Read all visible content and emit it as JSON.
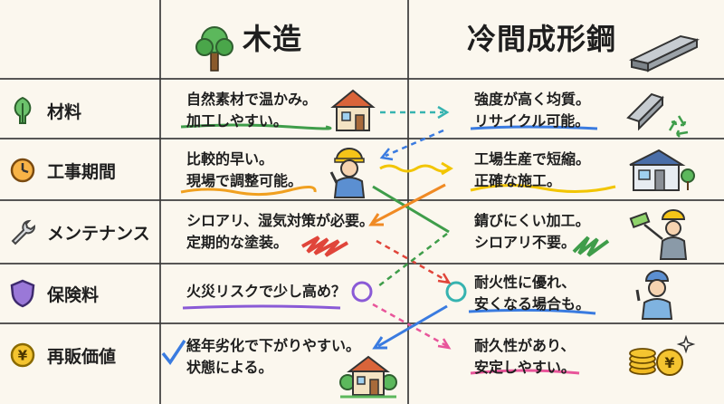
{
  "header": {
    "wood": "木造",
    "steel": "冷間成形鋼"
  },
  "rows": [
    {
      "label": "材料",
      "icon": "tree-icon",
      "wood": [
        "自然素材で温かみ。",
        "加工しやすい。"
      ],
      "steel": [
        "強度が高く均質。",
        "リサイクル可能。"
      ]
    },
    {
      "label": "工事期間",
      "icon": "clock-icon",
      "wood": [
        "比較的早い。",
        "現場で調整可能。"
      ],
      "steel": [
        "工場生産で短縮。",
        "正確な施工。"
      ]
    },
    {
      "label": "メンテナンス",
      "icon": "wrench-icon",
      "wood": [
        "シロアリ、湿気対策が必要。",
        "定期的な塗装。"
      ],
      "steel": [
        "錆びにくい加工。",
        "シロアリ不要。"
      ]
    },
    {
      "label": "保険料",
      "icon": "shield-icon",
      "wood": [
        "火災リスクで少し高め？"
      ],
      "steel": [
        "耐火性に優れ、",
        "安くなる場合も。"
      ]
    },
    {
      "label": "再販価値",
      "icon": "yen-coin-icon",
      "wood": [
        "経年劣化で下がりやすい。",
        "状態による。"
      ],
      "steel": [
        "耐久性があり、",
        "安定しやすい。"
      ]
    }
  ],
  "colors": {
    "background": "#fbf7ee",
    "green": "#3f9d4a",
    "orange": "#f08a24",
    "blue": "#3a7be0",
    "purple": "#8a5ad6",
    "yellow": "#f2c500",
    "red": "#e0453a",
    "pink": "#e8559a",
    "teal": "#36b3b0"
  }
}
